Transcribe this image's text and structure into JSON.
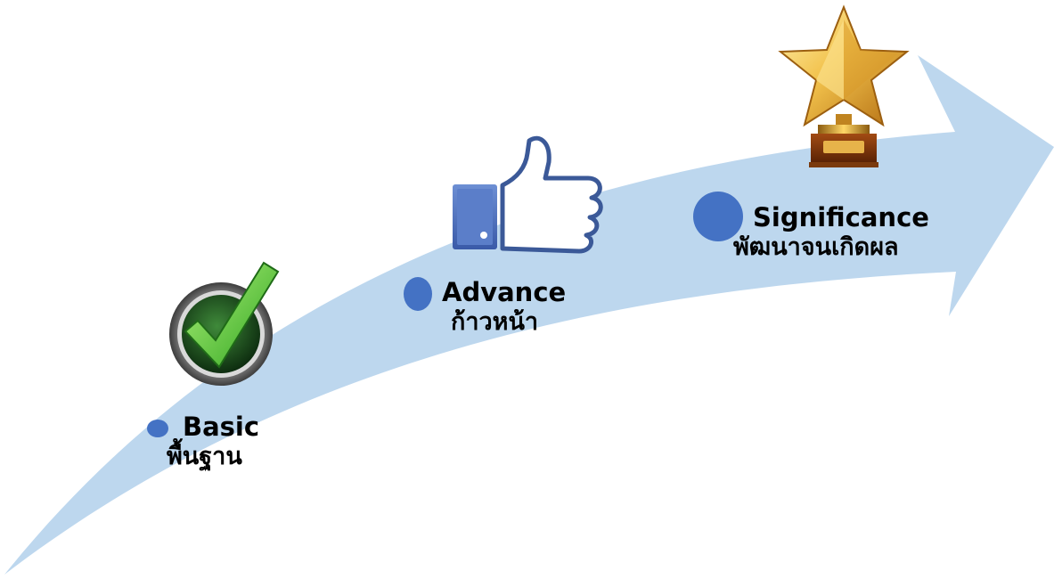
{
  "colors": {
    "arrow": "#bdd7ee",
    "bullet": "#4472c4",
    "label_text": "#000000"
  },
  "steps": [
    {
      "title": "Basic",
      "subtitle": "พื้นฐาน",
      "icon": "checkmark-badge-icon"
    },
    {
      "title": "Advance",
      "subtitle": "ก้าวหน้า",
      "icon": "thumbs-up-icon"
    },
    {
      "title": "Significance",
      "subtitle": "พัฒนาจนเกิดผล",
      "icon": "star-trophy-icon"
    }
  ]
}
